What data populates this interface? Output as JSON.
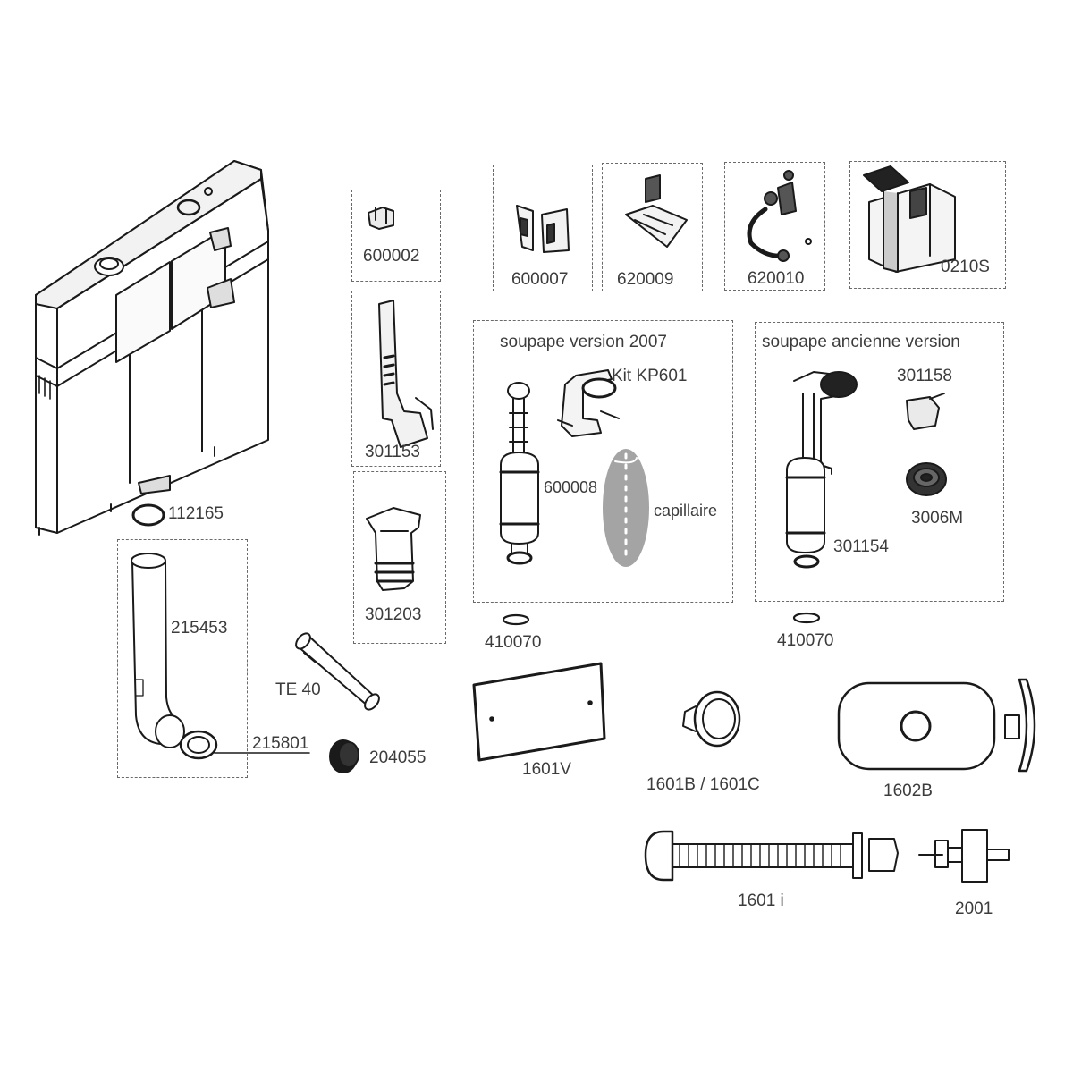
{
  "groups": {
    "valve_2007": "soupape version 2007",
    "valve_old": "soupape ancienne version"
  },
  "labels": {
    "p112165": "112165",
    "p215453": "215453",
    "p215801": "215801",
    "p204055": "204055",
    "te40": "TE 40",
    "p600002": "600002",
    "p301153": "301153",
    "p301203": "301203",
    "p600007": "600007",
    "p620009": "620009",
    "p620010": "620010",
    "p0210s": "0210S",
    "kit_kp601": "Kit  KP601",
    "p600008": "600008",
    "capillaire": "capillaire",
    "p301158": "301158",
    "p3006m": "3006M",
    "p301154": "301154",
    "p410070_a": "410070",
    "p410070_b": "410070",
    "p1601v": "1601V",
    "p1601bc": "1601B / 1601C",
    "p1602b": "1602B",
    "p1601i": "1601 i",
    "p2001": "2001"
  }
}
